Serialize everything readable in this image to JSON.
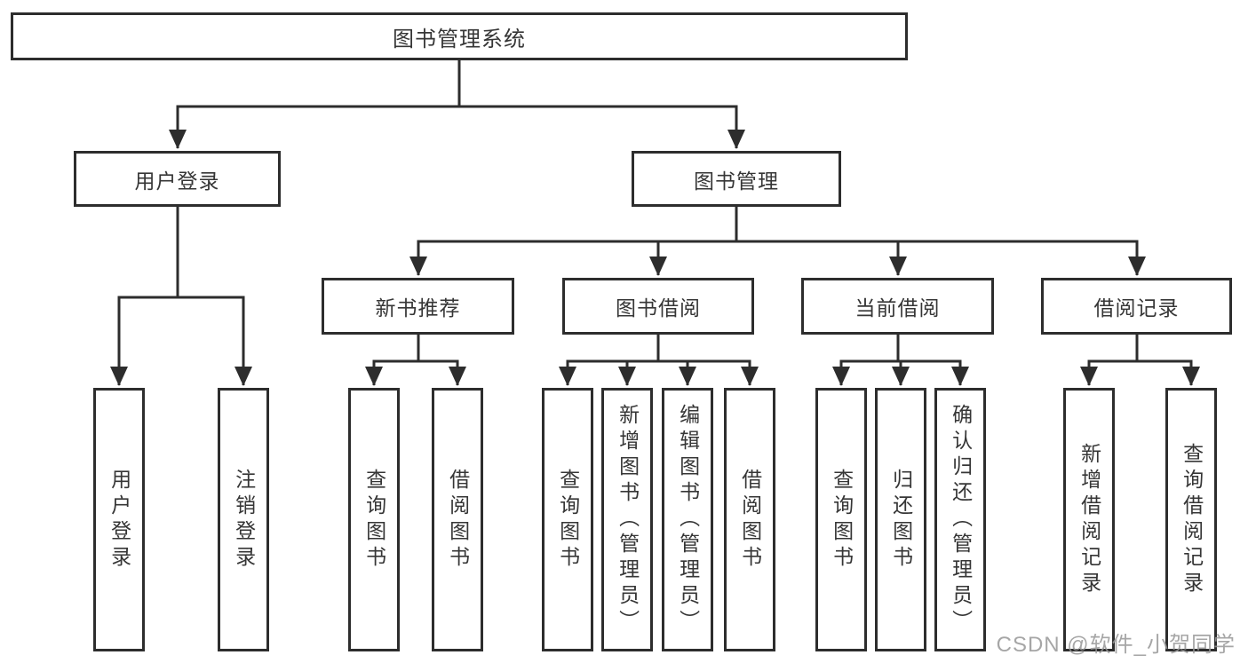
{
  "diagram": {
    "root": {
      "label": "图书管理系统"
    },
    "branches": [
      {
        "label": "用户登录",
        "children": [
          {
            "label": "用户登录"
          },
          {
            "label": "注销登录"
          }
        ]
      },
      {
        "label": "图书管理",
        "children": [
          {
            "label": "新书推荐",
            "children": [
              {
                "label": "查询图书"
              },
              {
                "label": "借阅图书"
              }
            ]
          },
          {
            "label": "图书借阅",
            "children": [
              {
                "label": "查询图书"
              },
              {
                "label": "新增图书（管理员）"
              },
              {
                "label": "编辑图书（管理员）"
              },
              {
                "label": "借阅图书"
              }
            ]
          },
          {
            "label": "当前借阅",
            "children": [
              {
                "label": "查询图书"
              },
              {
                "label": "归还图书"
              },
              {
                "label": "确认归还（管理员）"
              }
            ]
          },
          {
            "label": "借阅记录",
            "children": [
              {
                "label": "新增借阅记录"
              },
              {
                "label": "查询借阅记录"
              }
            ]
          }
        ]
      }
    ]
  },
  "watermark": {
    "text": "CSDN @软件_小贺同学"
  },
  "colors": {
    "line": "#2d2d2d",
    "box_border": "#2d2d2d",
    "text": "#363636",
    "watermark": "#969696",
    "background": "#ffffff"
  }
}
